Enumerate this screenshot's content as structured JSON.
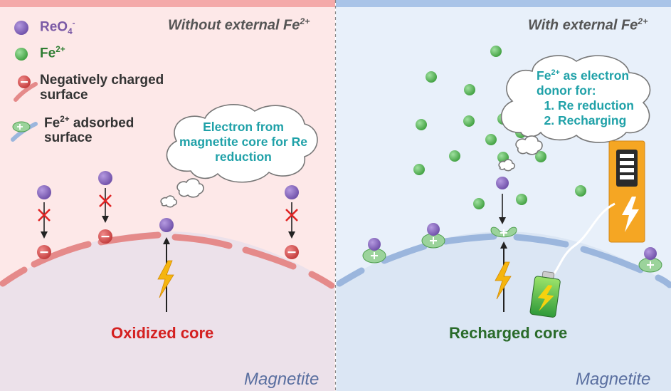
{
  "legend": {
    "reo4": {
      "text": "ReO",
      "sub": "4",
      "sup": "-"
    },
    "fe": {
      "text": "Fe",
      "sup": "2+"
    },
    "negative_surface": {
      "line1": "Negatively charged",
      "line2": "surface"
    },
    "fe_adsorbed": {
      "prefix": "Fe",
      "sup": "2+",
      "line1_rest": " adsorbed",
      "line2": "surface"
    }
  },
  "left": {
    "title": {
      "text": "Without external Fe",
      "sup": "2+"
    },
    "cloud": "Electron from magnetite core for Re reduction",
    "core_label": "Oxidized core",
    "mineral_label": "Magnetite"
  },
  "right": {
    "title": {
      "text": "With external Fe",
      "sup": "2+"
    },
    "cloud": {
      "prefix": "Fe",
      "sup": "2+",
      "rest": " as electron donor for:",
      "items": [
        "Re reduction",
        "Recharging"
      ]
    },
    "core_label": "Recharged core",
    "mineral_label": "Magnetite"
  },
  "colors": {
    "left_background": "#fde8e8",
    "right_background": "#e8f0fa",
    "reo4_particle": "#8e6fc0",
    "fe_particle": "#5cbf5c",
    "negative_site": "#d94a4a",
    "oxidized_core_text": "#d42020",
    "recharged_core_text": "#2a6b2a",
    "battery": "#f5a623"
  },
  "icons": [
    "lightning-icon",
    "battery-charging-icon",
    "charging-station-icon",
    "cross-icon",
    "arrow-icon"
  ]
}
